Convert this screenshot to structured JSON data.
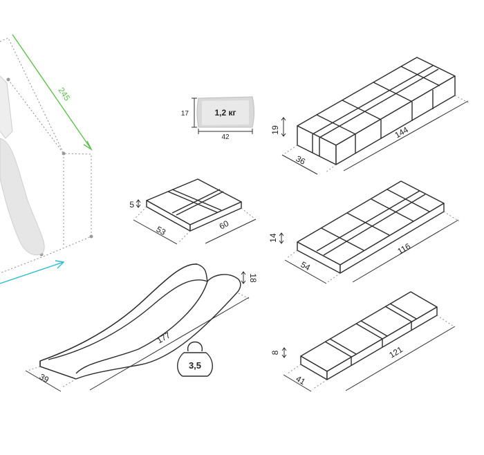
{
  "colors": {
    "line": "#2b2b2b",
    "dim_green": "#5bc04a",
    "dim_cyan": "#2bbcd0",
    "bag_fill": "#d9d9d9",
    "slide_fill": "#e6e6e6"
  },
  "frame": {
    "height_label": "245"
  },
  "bag": {
    "weight": "1,2 кг",
    "height": "17",
    "width": "42"
  },
  "flat_box": {
    "height": "5",
    "depth": "53",
    "length": "60"
  },
  "long_box_top": {
    "height": "19",
    "depth": "36",
    "length": "144"
  },
  "long_box_mid": {
    "height": "14",
    "depth": "54",
    "length": "116"
  },
  "long_box_bottom": {
    "height": "8",
    "depth": "41",
    "length": "121"
  },
  "wave_slide": {
    "height": "18",
    "width": "39",
    "length": "177",
    "weight": "3,5"
  },
  "icons": {
    "weight": "kettlebell-icon"
  }
}
